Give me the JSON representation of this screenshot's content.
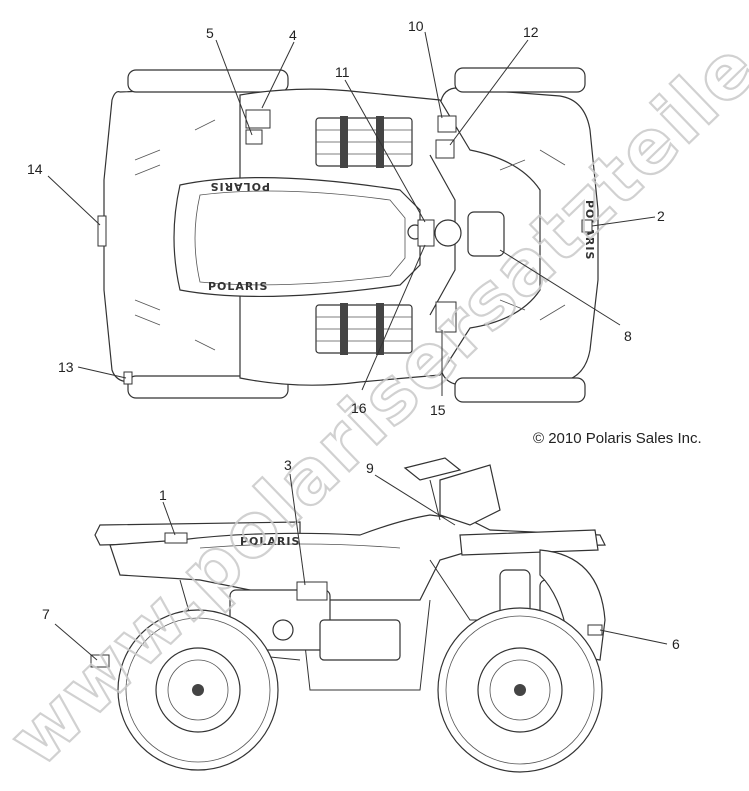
{
  "copyright": "© 2010 Polaris Sales Inc.",
  "watermark": "www.polarisersatzteile.de",
  "brand_text": "POLARIS",
  "callouts": [
    "1",
    "2",
    "3",
    "4",
    "5",
    "6",
    "7",
    "8",
    "9",
    "10",
    "11",
    "12",
    "13",
    "14",
    "15",
    "16"
  ]
}
